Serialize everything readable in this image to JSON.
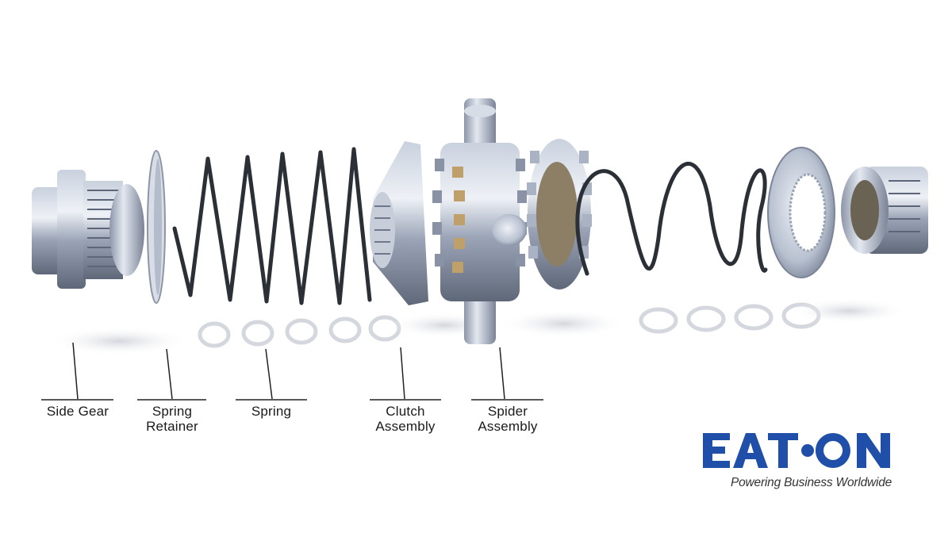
{
  "labels": {
    "side_gear": "Side Gear",
    "spring_retainer": [
      "Spring",
      "Retainer"
    ],
    "spring": "Spring",
    "clutch_assembly": [
      "Clutch",
      "Assembly"
    ],
    "spider_assembly": [
      "Spider",
      "Assembly"
    ]
  },
  "brand": {
    "logo_text": "EATON",
    "tagline": "Powering Business Worldwide",
    "color": "#1f4fa8"
  },
  "colors": {
    "metal": "#a9b4c6",
    "metal_dark": "#5d6678",
    "spring": "#2b2f36",
    "leader": "#222222"
  }
}
